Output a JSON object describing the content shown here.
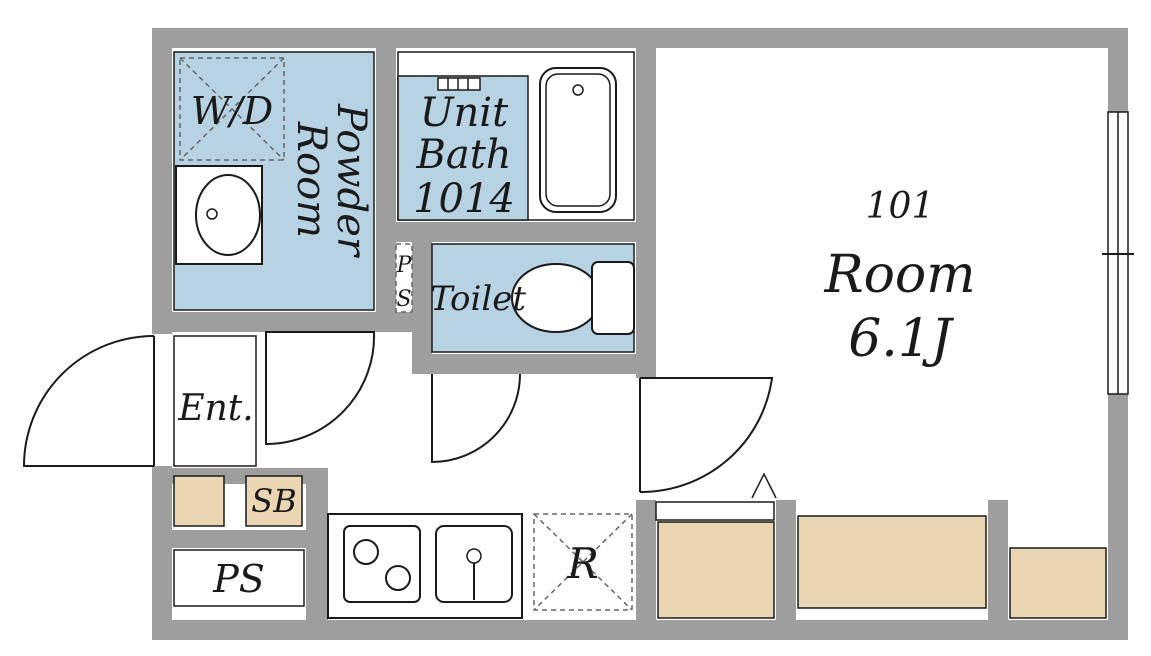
{
  "colors": {
    "wall": "#9e9e9e",
    "wet_area": "#b7d2e3",
    "storage": "#ebd6b4",
    "floor": "#ffffff",
    "line": "#1a1a1a"
  },
  "rooms": {
    "room_number": "101",
    "room_label": "Room",
    "room_size": "6.1J",
    "unit_bath_line1": "Unit",
    "unit_bath_line2": "Bath",
    "unit_bath_line3": "1014",
    "powder_line1": "Powder",
    "powder_line2": "Room",
    "washer_dryer": "W/D",
    "toilet": "Toilet",
    "pipe_space_vertical_1": "P",
    "pipe_space_vertical_2": "S",
    "entrance": "Ent.",
    "shoe_box": "SB",
    "pipe_space": "PS",
    "refrigerator": "R"
  }
}
